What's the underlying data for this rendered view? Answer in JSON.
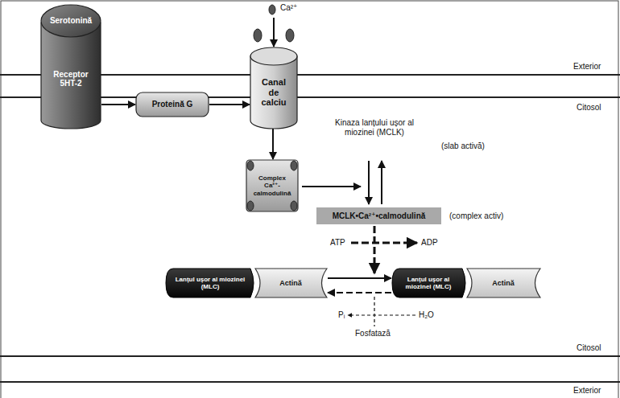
{
  "diagram": {
    "nodes": [
      {
        "text": [
          "Serotonină"
        ]
      },
      {
        "text": [
          "Receptor 5HT-2"
        ]
      },
      {
        "text": [
          "Proteină G"
        ]
      },
      {
        "text": [
          "Canal de calciu"
        ]
      },
      {
        "text": [
          "Complex Ca²⁺-calmodulină"
        ]
      },
      {
        "text": [
          "MCLK•Ca²⁺•calmodulină"
        ]
      },
      {
        "text": [
          "Lanțul ușor al miozinei (MLC)"
        ]
      },
      {
        "text": [
          "Actină"
        ]
      },
      {
        "text": [
          "Lanțul ușor al miozinei (MLC)"
        ]
      },
      {
        "text": [
          "Actină"
        ]
      }
    ],
    "edges": [
      {
        "from": 1,
        "to": 2,
        "arrow": "to"
      },
      {
        "from": 2,
        "to": 3,
        "arrow": "to"
      },
      {
        "from": 3,
        "to": 4,
        "arrow": "to"
      },
      {
        "from": 7,
        "to": 8,
        "arrow": "to"
      },
      {
        "from": 8,
        "to": 7,
        "arrow": "to"
      }
    ],
    "labels": [
      "Ca²⁺",
      "Exterior",
      "Citosol",
      "Kinaza lanțului ușor al miozinei (MCLK)",
      "(slab activă)",
      "(complex activ)",
      "ATP",
      "ADP",
      "Pᵢ",
      "H₂O",
      "Fosfatază",
      "Citosol",
      "Exterior"
    ]
  }
}
